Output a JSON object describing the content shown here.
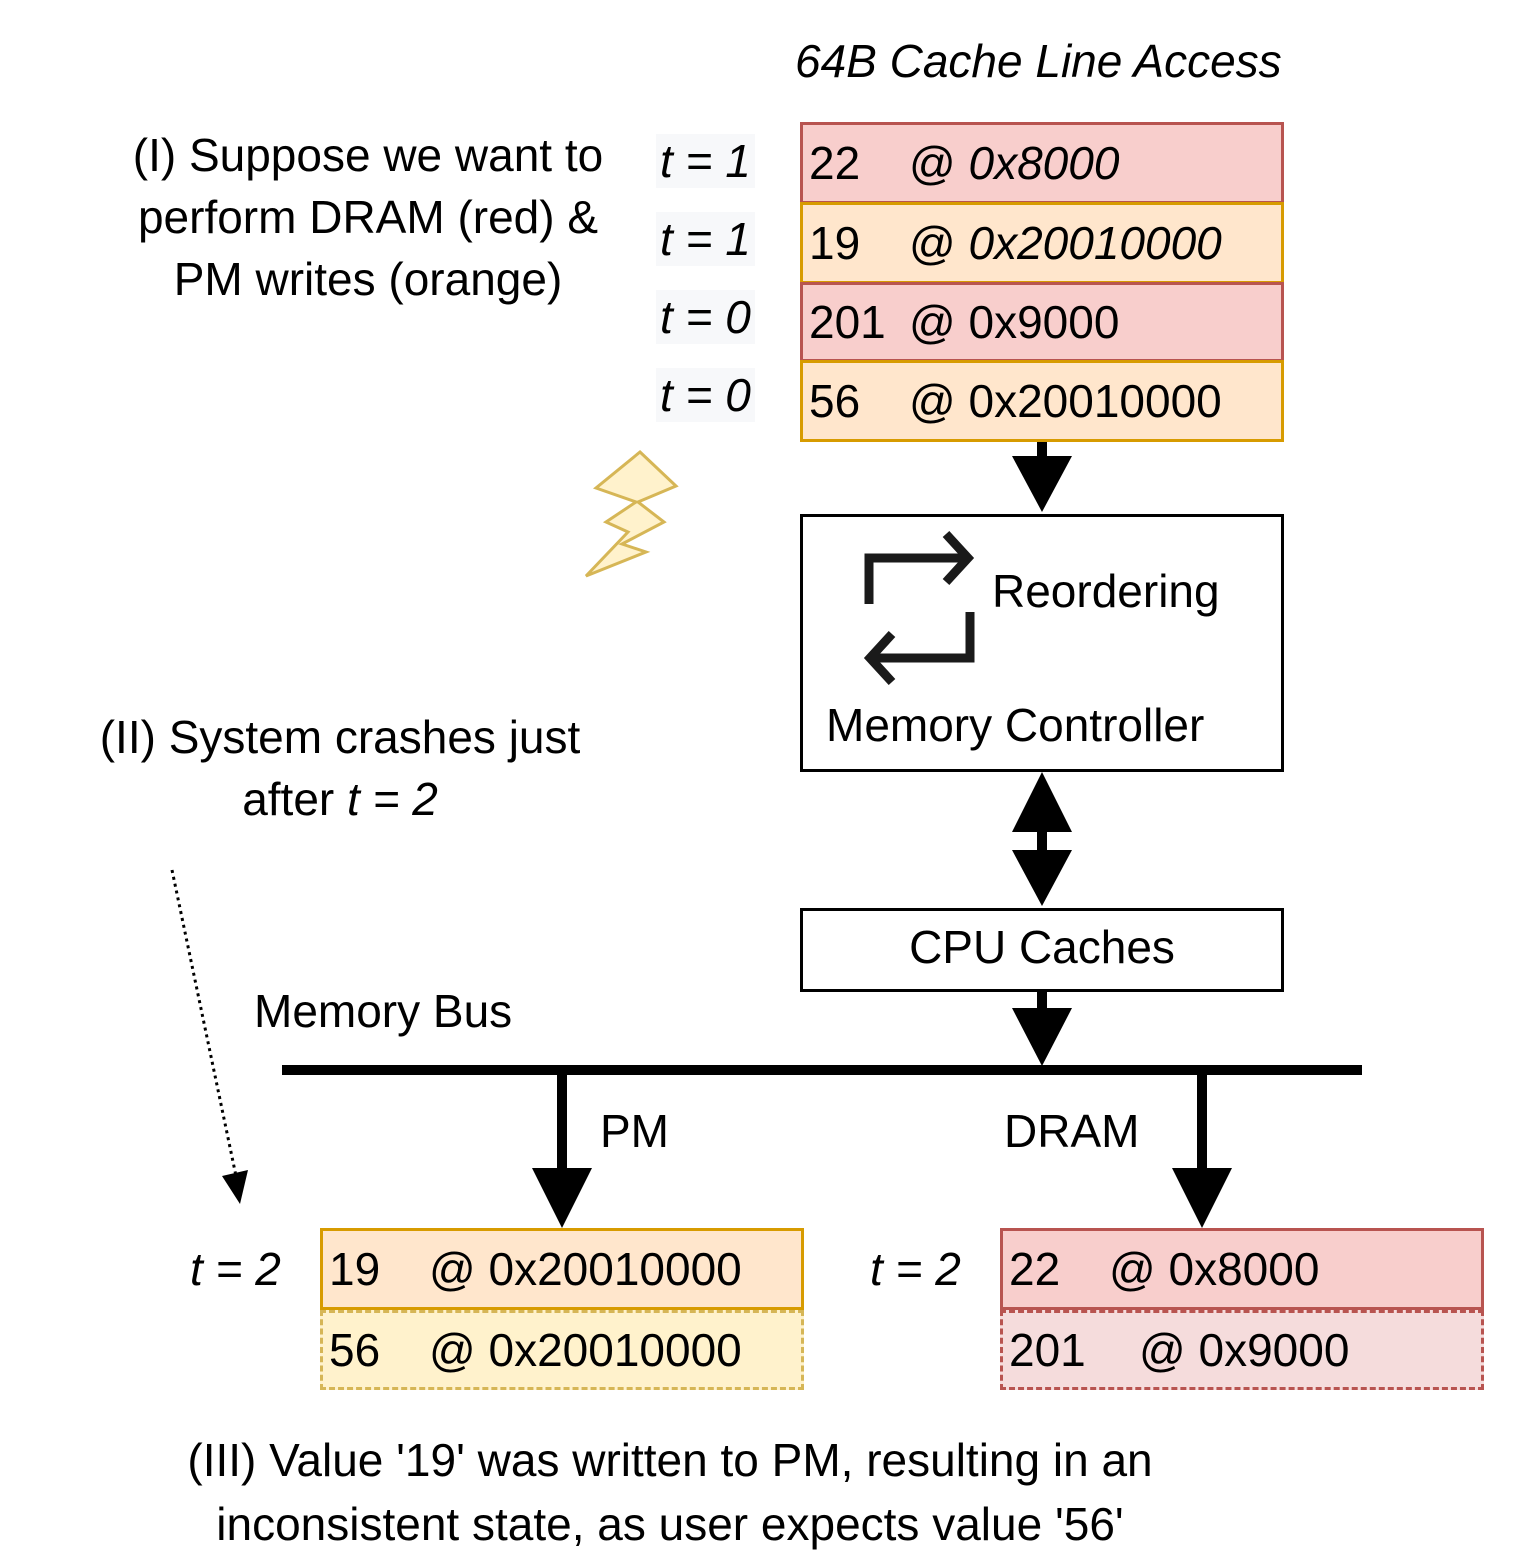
{
  "header": {
    "title": "64B Cache Line Access"
  },
  "annotations": {
    "step1": "(I) Suppose we want to perform DRAM (red) & PM writes (orange)",
    "step2_prefix": "(II) System crashes just after ",
    "step2_var": "t = 2",
    "step3": "(III) Value '19' was written to PM, resulting in an inconsistent state, as user expects value '56'"
  },
  "queue": [
    {
      "time": "t = 1",
      "value": "22",
      "address": "0x8000",
      "type": "DRAM",
      "color": "#f8cecc"
    },
    {
      "time": "t = 1",
      "value": "19",
      "address": "0x20010000",
      "type": "PM",
      "color": "#ffe6cc"
    },
    {
      "time": "t = 0",
      "value": "201",
      "address": "0x9000",
      "type": "DRAM",
      "color": "#f8cecc"
    },
    {
      "time": "t = 0",
      "value": "56",
      "address": "0x20010000",
      "type": "PM",
      "color": "#ffe6cc"
    }
  ],
  "memory_controller": {
    "reorder_label": "Reordering",
    "label": "Memory Controller",
    "icon": "reorder-arrows-icon"
  },
  "cpu_caches": {
    "label": "CPU Caches"
  },
  "bus": {
    "label": "Memory Bus"
  },
  "pm": {
    "label": "PM",
    "time": "t = 2",
    "written": {
      "value": "19",
      "address": "0x20010000"
    },
    "pending": {
      "value": "56",
      "address": "0x20010000"
    }
  },
  "dram": {
    "label": "DRAM",
    "time": "t = 2",
    "written": {
      "value": "22",
      "address": "0x8000"
    },
    "pending": {
      "value": "201",
      "address": "0x9000"
    }
  },
  "colors": {
    "red_fill": "#f8cecc",
    "red_border": "#b85450",
    "orange_fill": "#ffe6cc",
    "orange_border": "#d79b00",
    "lightning": "#fff2cc"
  }
}
